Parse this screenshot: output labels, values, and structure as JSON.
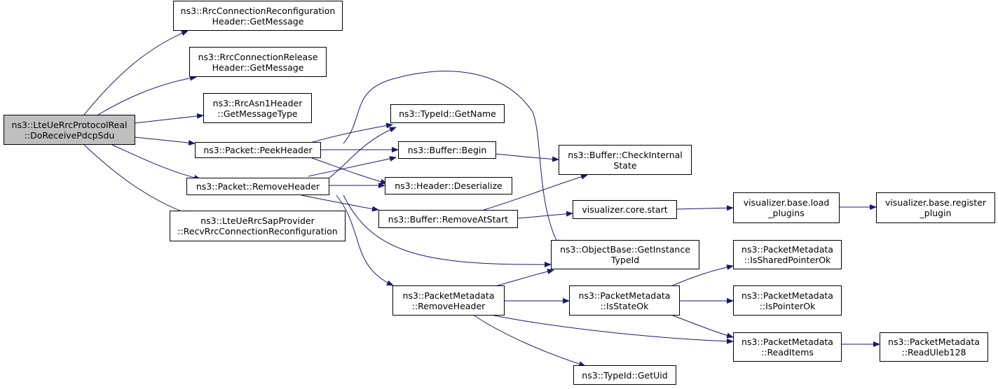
{
  "colors": {
    "edge": "#191970",
    "root_fill": "#bfbfbf",
    "node_fill": "#ffffff",
    "border": "#000000"
  },
  "nodes": {
    "root": {
      "line1": "ns3::LteUeRrcProtocolReal",
      "line2": "::DoReceivePdcpSdu"
    },
    "rrc_reconf": {
      "line1": "ns3::RrcConnectionReconfiguration",
      "line2": "Header::GetMessage"
    },
    "rrc_release": {
      "line1": "ns3::RrcConnectionRelease",
      "line2": "Header::GetMessage"
    },
    "rrc_asn1": {
      "line1": "ns3::RrcAsn1Header",
      "line2": "::GetMessageType"
    },
    "peek_header": {
      "line1": "ns3::Packet::PeekHeader"
    },
    "remove_header": {
      "line1": "ns3::Packet::RemoveHeader"
    },
    "sap_provider": {
      "line1": "ns3::LteUeRrcSapProvider",
      "line2": "::RecvRrcConnectionReconfiguration"
    },
    "typeid_getname": {
      "line1": "ns3::TypeId::GetName"
    },
    "buffer_begin": {
      "line1": "ns3::Buffer::Begin"
    },
    "header_deserialize": {
      "line1": "ns3::Header::Deserialize"
    },
    "buffer_removeatstart": {
      "line1": "ns3::Buffer::RemoveAtStart"
    },
    "pm_removeheader": {
      "line1": "ns3::PacketMetadata",
      "line2": "::RemoveHeader"
    },
    "buffer_checkinternal": {
      "line1": "ns3::Buffer::CheckInternal",
      "line2": "State"
    },
    "vis_core_start": {
      "line1": "visualizer.core.start"
    },
    "objectbase_typeid": {
      "line1": "ns3::ObjectBase::GetInstance",
      "line2": "TypeId"
    },
    "pm_isstateok": {
      "line1": "ns3::PacketMetadata",
      "line2": "::IsStateOk"
    },
    "typeid_getuid": {
      "line1": "ns3::TypeId::GetUid"
    },
    "vis_load_plugins": {
      "line1": "visualizer.base.load",
      "line2": "_plugins"
    },
    "pm_issharedpointerok": {
      "line1": "ns3::PacketMetadata",
      "line2": "::IsSharedPointerOk"
    },
    "pm_ispointerok": {
      "line1": "ns3::PacketMetadata",
      "line2": "::IsPointerOk"
    },
    "pm_readitems": {
      "line1": "ns3::PacketMetadata",
      "line2": "::ReadItems"
    },
    "vis_register_plugin": {
      "line1": "visualizer.base.register",
      "line2": "_plugin"
    },
    "pm_readuleb128": {
      "line1": "ns3::PacketMetadata",
      "line2": "::ReadUleb128"
    }
  }
}
